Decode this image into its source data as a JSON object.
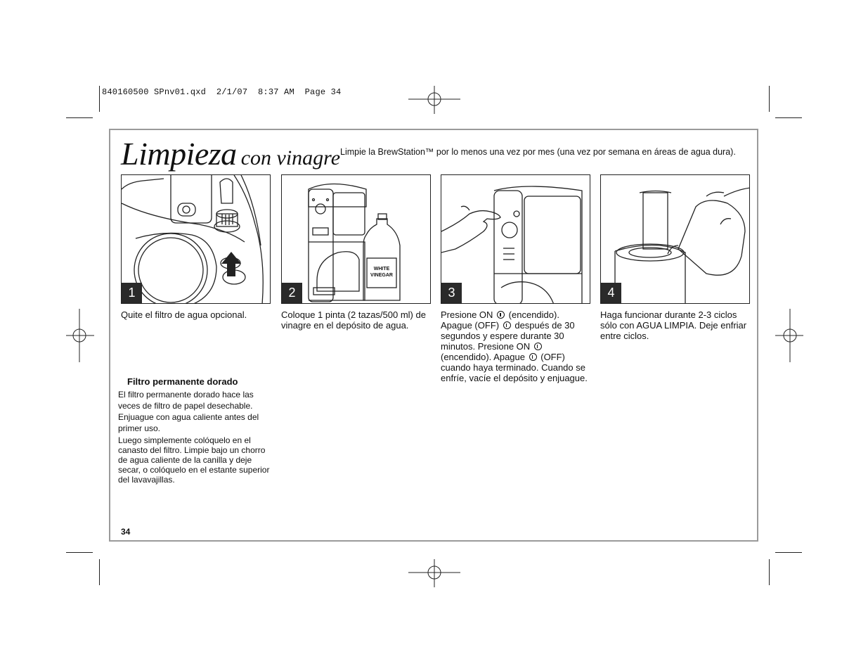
{
  "slug": "840160500 SPnv01.qxd  2/1/07  8:37 AM  Page 34",
  "title": {
    "main": "Limpieza",
    "sub": "con vinagre"
  },
  "intro": "Limpie la BrewStation™ por lo menos una vez por mes (una vez por semana en áreas de agua dura).",
  "steps": [
    {
      "number": "1",
      "caption": "Quite el filtro de agua opcional."
    },
    {
      "number": "2",
      "caption": "Coloque 1 pinta (2 tazas/500 ml) de vinagre en el depósito de agua.",
      "jug_label_1": "WHITE",
      "jug_label_2": "VINEGAR"
    },
    {
      "number": "3",
      "caption_parts": [
        "Presione ON",
        "(encendido). Apague (OFF)",
        "después de 30 segundos y espere durante 30 minutos. Presione ON",
        "(encendido). Apague",
        "(OFF) cuando haya terminado. Cuando se enfríe, vacíe el depósito y enjuague."
      ],
      "power_icon": "power-button-icon"
    },
    {
      "number": "4",
      "caption": "Haga funcionar durante 2-3 ciclos sólo con AGUA LIMPIA. Deje enfriar entre ciclos."
    }
  ],
  "gold_filter": {
    "heading": "Filtro permanente dorado",
    "paragraph1": "El filtro permanente dorado hace las veces de filtro de papel desechable. Enjuague con agua caliente antes del primer uso.",
    "paragraph2": "Luego simplemente colóquelo en el canasto del filtro. Limpie bajo un chorro de agua caliente de la canilla y deje secar, o colóquelo en el estante superior del lavavajillas."
  },
  "page_number": "34"
}
